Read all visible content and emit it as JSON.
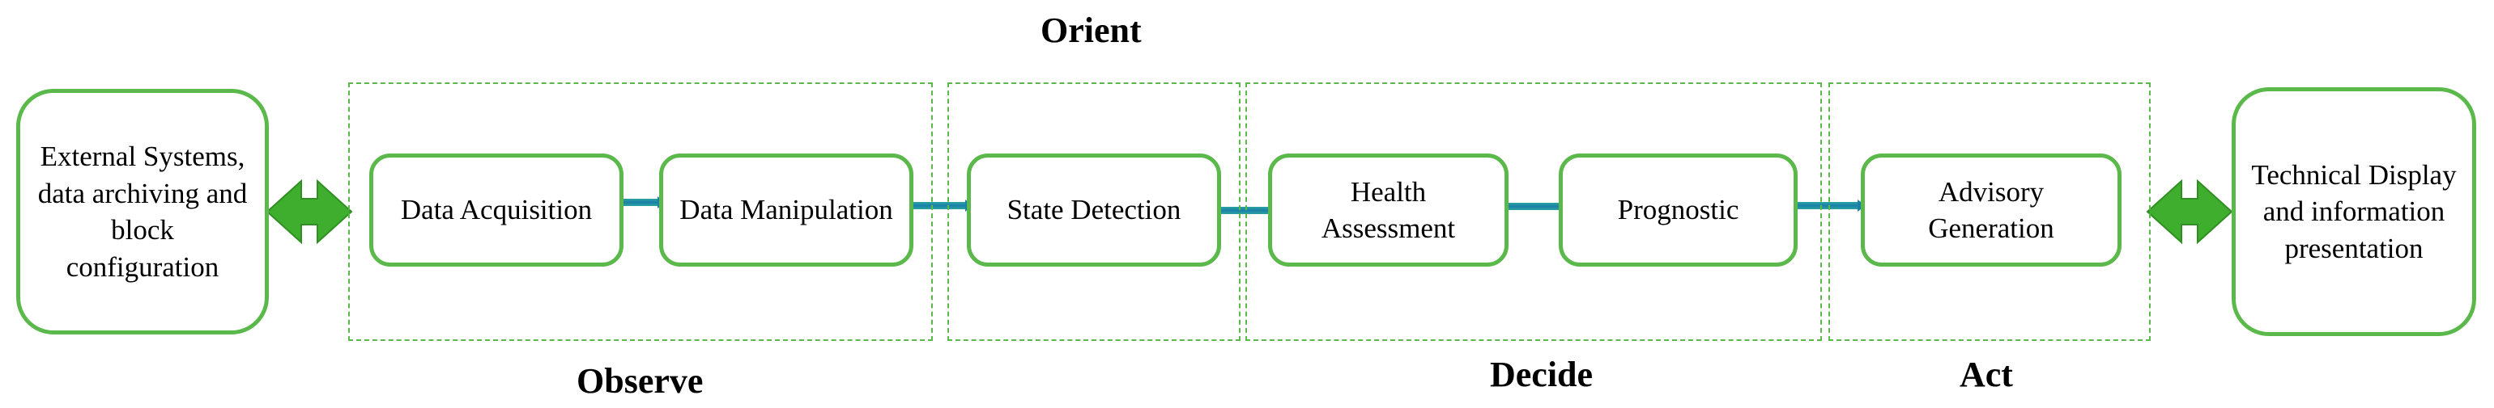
{
  "stages": {
    "orient": "Orient",
    "observe": "Observe",
    "decide": "Decide",
    "act": "Act"
  },
  "nodes": {
    "external": [
      "External Systems,",
      "data archiving and",
      "block",
      "configuration"
    ],
    "data_acquisition": [
      "Data Acquisition"
    ],
    "data_manipulation": [
      "Data Manipulation"
    ],
    "state_detection": [
      "State Detection"
    ],
    "health_assessment": [
      "Health",
      "Assessment"
    ],
    "prognostic": [
      "Prognostic"
    ],
    "advisory_generation": [
      "Advisory",
      "Generation"
    ],
    "technical_display": [
      "Technical Display",
      "and information",
      "presentation"
    ]
  },
  "colors": {
    "box_border": "#5bb84a",
    "double_arrow": "#3fae2e",
    "connector": "#1f8c8c",
    "stage_border": "#5bb84a"
  }
}
